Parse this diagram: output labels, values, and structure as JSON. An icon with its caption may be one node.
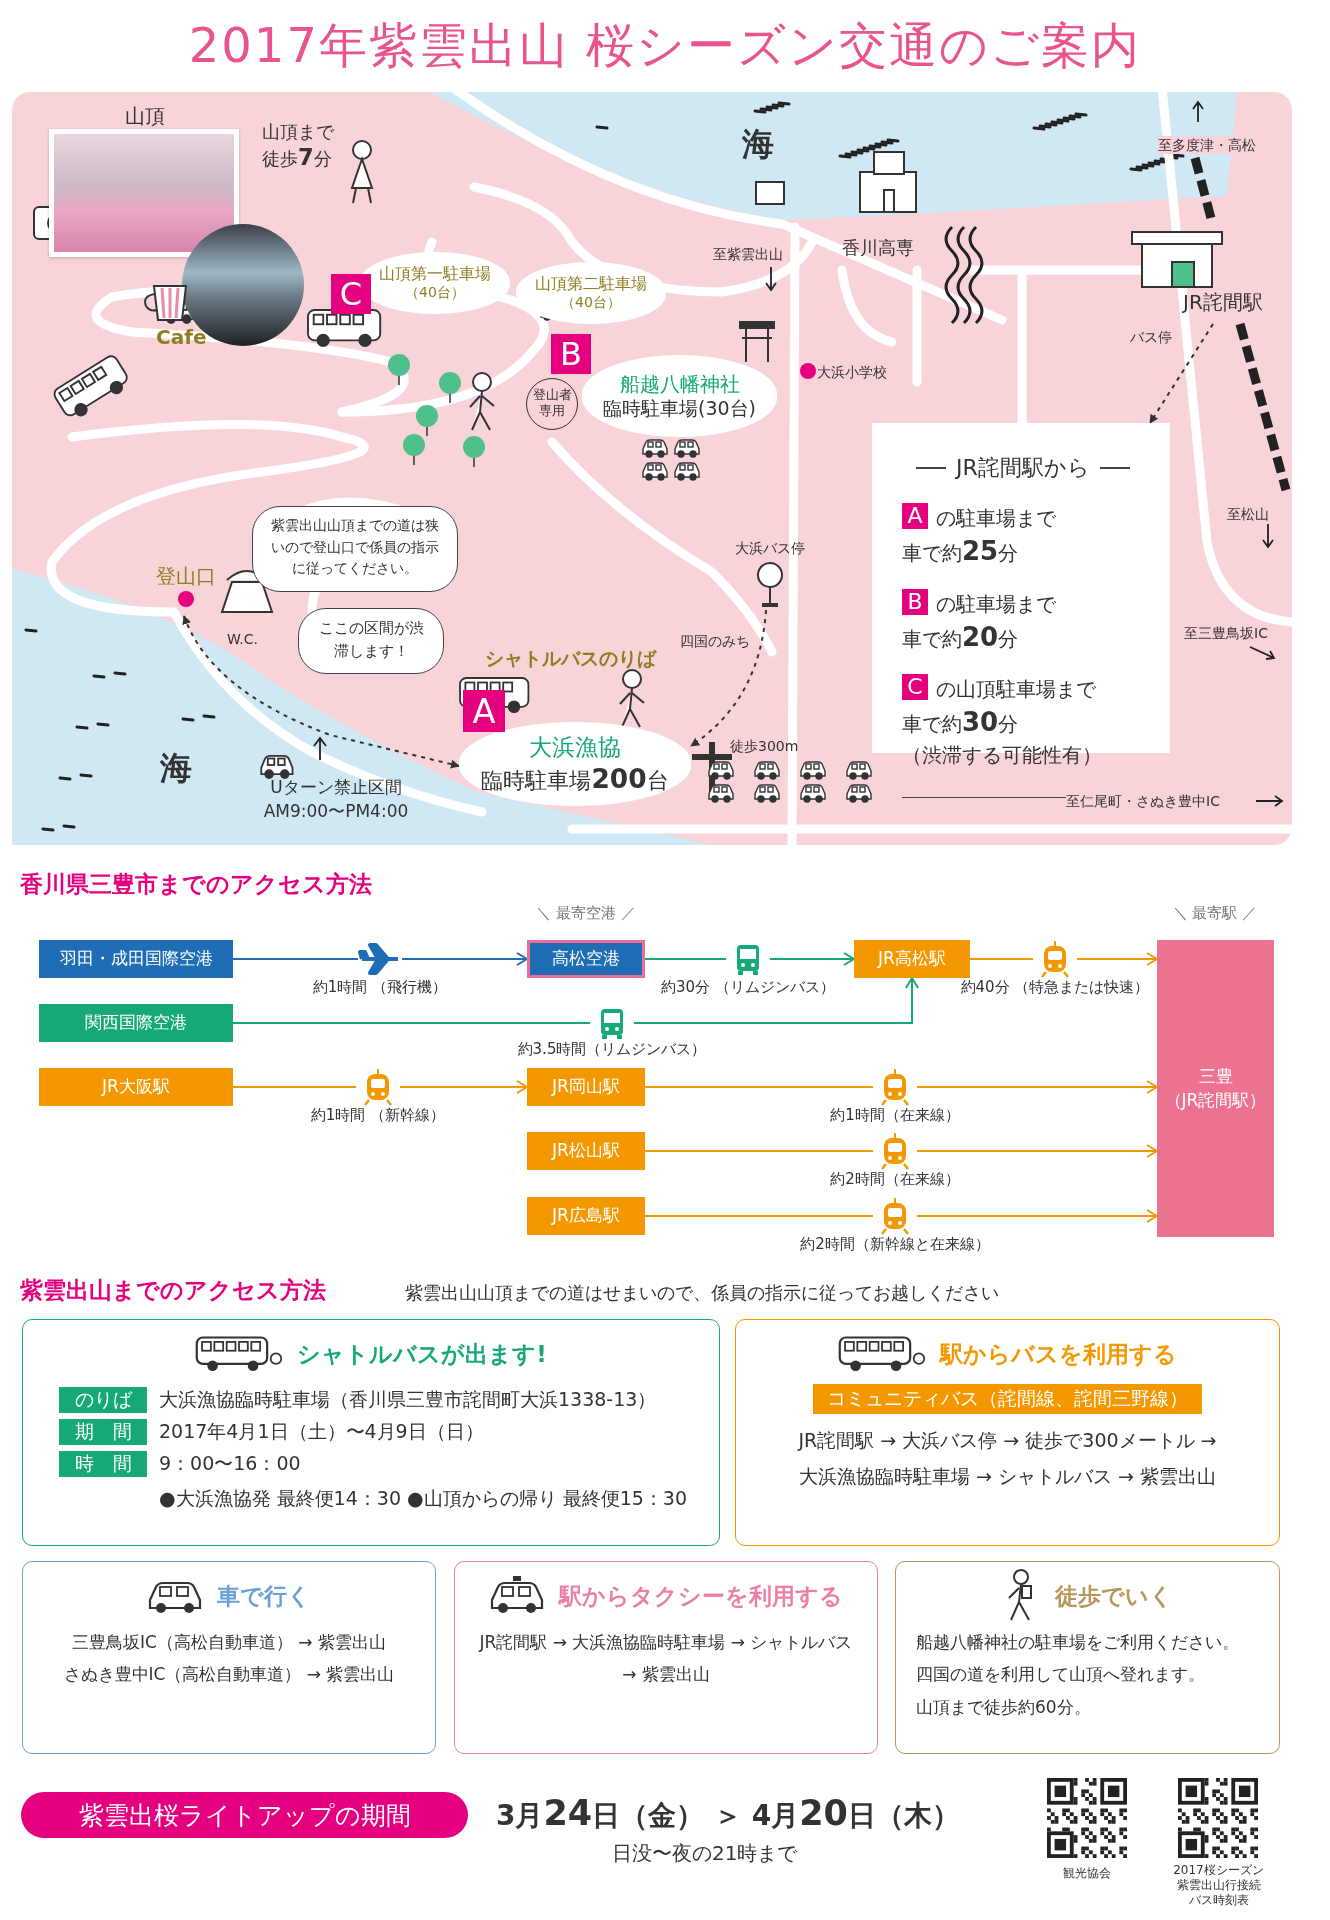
{
  "diagram": {
    "title": "2017年紫雲出山 桜シーズン交通のご案内",
    "nodes": [
      {
        "text": [
          "山頂"
        ]
      },
      {
        "text": [
          "Cafe"
        ]
      },
      {
        "text": [
          "山頂第一駐車場",
          "（40台）"
        ]
      },
      {
        "text": [
          "山頂第二駐車場",
          "（40台）"
        ]
      },
      {
        "text": [
          "船越八幡神社",
          "臨時駐車場(30台)"
        ],
        "beside": [
          "B",
          "登山者専用"
        ]
      },
      {
        "text": [
          "紫雲出山山頂までの道は狭いので登山口で係員の指示に従ってください。"
        ]
      },
      {
        "text": [
          "登山口"
        ]
      },
      {
        "text": [
          "ここの区間が渋滞します！"
        ]
      },
      {
        "text": [
          "大浜バス停"
        ]
      },
      {
        "text": [
          "大浜漁協",
          "臨時駐車場**200**台"
        ],
        "beside": [
          "A",
          "シャトルバスのりば"
        ]
      },
      {
        "text": [
          "JR詫間駅"
        ],
        "beside": [
          "バス停"
        ]
      },
      {
        "text": [
          "JR詫間駅から",
          "A",
          "の駐車場まで車で約**25**分",
          "B",
          "の駐車場まで車で約**20**分",
          "C",
          "の山頂駐車場まで車で約**30**分",
          "（渋滞する可能性有）"
        ]
      },
      {
        "text": [
          "羽田・成田国際空港"
        ]
      },
      {
        "text": [
          "高松空港"
        ],
        "beside": [
          "＼ 最寄空港 ／"
        ]
      },
      {
        "text": [
          "JR高松駅"
        ]
      },
      {
        "text": [
          "三豊",
          "（JR詫間駅）"
        ],
        "beside": [
          "＼ 最寄駅 ／"
        ]
      },
      {
        "text": [
          "関西国際空港"
        ]
      },
      {
        "text": [
          "JR大阪駅"
        ]
      },
      {
        "text": [
          "JR岡山駅"
        ]
      },
      {
        "text": [
          "JR松山駅"
        ]
      },
      {
        "text": [
          "JR広島駅"
        ]
      },
      {
        "text": [
          "シャトルバスが出ます!",
          "のりば",
          "大浜漁協臨時駐車場（香川県三豊市詫間町大浜1338-13）",
          "期　間",
          "2017年4月1日（土）〜4月9日（日）",
          "時　間",
          "9：00〜16：00",
          "●大浜漁協発 最終便14：30 ●山頂からの帰り 最終便15：30"
        ]
      },
      {
        "text": [
          "駅からバスを利用する",
          "コミュニティバス（詫間線、詫間三野線）",
          "JR詫間駅 → 大浜バス停 → 徒歩で300メートル → 大浜漁協臨時駐車場 → シャトルバス → 紫雲出山"
        ]
      },
      {
        "text": [
          "車で行く",
          "三豊鳥坂IC（高松自動車道） → 紫雲出山",
          "さぬき豊中IC（高松自動車道） → 紫雲出山"
        ]
      },
      {
        "text": [
          "駅からタクシーを利用する",
          "JR詫間駅 → 大浜漁協臨時駐車場 → シャトルバス → 紫雲出山"
        ]
      },
      {
        "text": [
          "徒歩でいく",
          "船越八幡神社の駐車場をご利用ください。",
          "四国の道を利用して山頂へ登れます。",
          "山頂まで徒歩約60分。"
        ]
      },
      {
        "text": [
          "紫雲出桜ライトアップの期間"
        ]
      }
    ],
    "edges": [
      {
        "from": 8,
        "to": 9,
        "arrow": "to",
        "style": "dashed",
        "color": "#333333"
      },
      {
        "from": 10,
        "to": 11,
        "arrow": "to",
        "style": "dashed",
        "color": "#333333"
      },
      {
        "from": 6,
        "to": 9,
        "arrow": "both",
        "style": "dashed",
        "color": "#333333"
      },
      {
        "from": 12,
        "to": 13,
        "arrow": "to",
        "label": "約1時間 （飛行機）",
        "color": "#1f6db5"
      },
      {
        "from": 13,
        "to": 14,
        "arrow": "to",
        "label": "約30分 （リムジンバス）",
        "color": "#17a878"
      },
      {
        "from": 16,
        "to": 14,
        "arrow": "to",
        "label": "約3.5時間（リムジンバス）",
        "color": "#17a878"
      },
      {
        "from": 14,
        "to": 15,
        "arrow": "to",
        "label": "約40分 （特急または快速）"
      },
      {
        "from": 17,
        "to": 18,
        "arrow": "to",
        "label": "約1時間 （新幹線）"
      },
      {
        "from": 18,
        "to": 15,
        "arrow": "to",
        "label": "約1時間（在来線）"
      },
      {
        "from": 19,
        "to": 15,
        "arrow": "to",
        "label": "約2時間（在来線）"
      },
      {
        "from": 20,
        "to": 15,
        "arrow": "to",
        "label": "約2時間（新幹線と在来線）"
      }
    ],
    "labels": [
      "山頂まで徒歩**7**分",
      "海",
      "至紫雲出山",
      "香川高専",
      "至多度津・高松",
      "C",
      "大浜小学校",
      "至松山",
      "W.C.",
      "四国のみち",
      "至三豊鳥坂IC",
      "徒歩300m",
      "海",
      "Uターン禁止区間",
      "AM9:00〜PM4:00",
      "至仁尾町・さぬき豊中IC",
      "香川県三豊市までのアクセス方法",
      "紫雲出山までのアクセス方法",
      "紫雲出山山頂までの道はせまいので、係員の指示に従ってお越しください",
      "3月**24**日（金） ＞ 4月**20**日（木）",
      "日没〜夜の21時まで",
      "観光協会",
      "2017桜シーズン",
      "紫雲出山行接続",
      "バス時刻表"
    ]
  }
}
